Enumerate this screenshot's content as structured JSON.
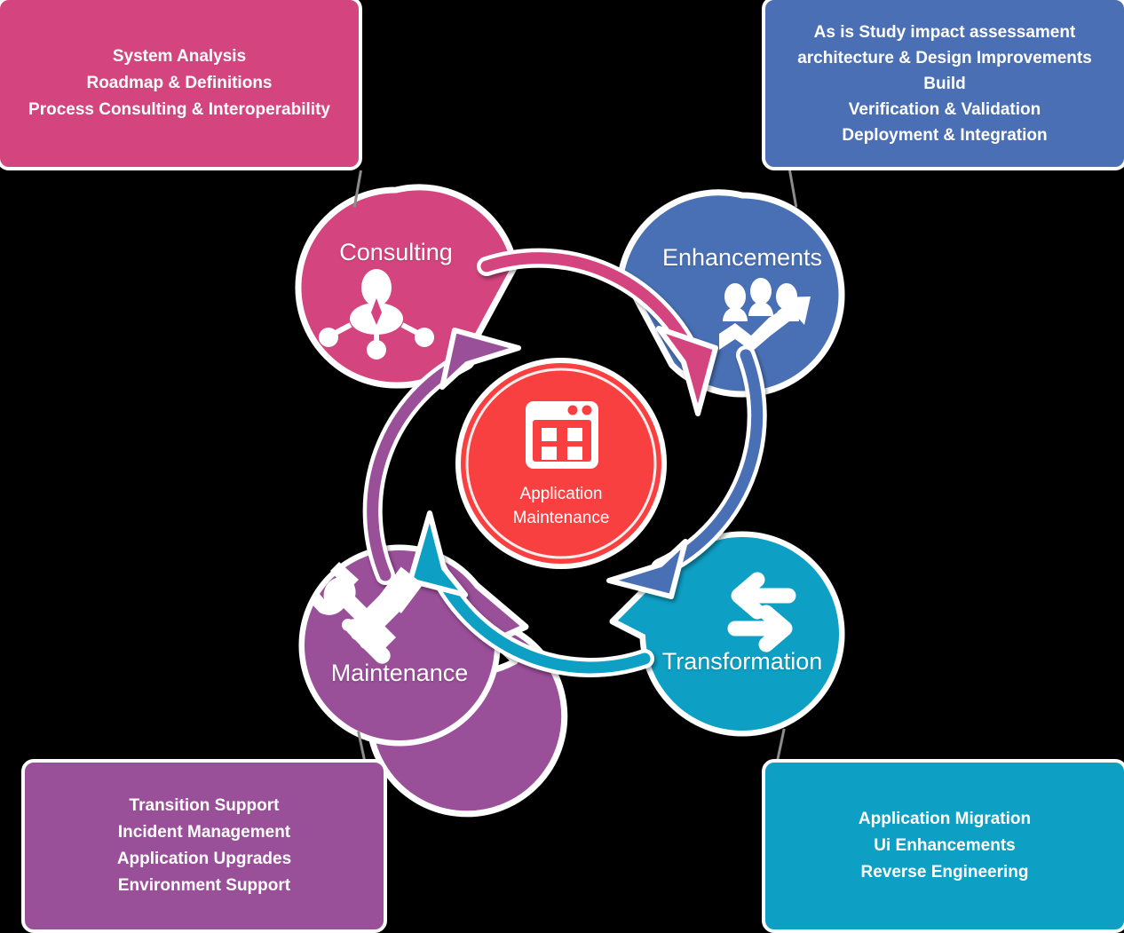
{
  "background_color": "#000000",
  "palette": {
    "consulting_pink": "#d4457f",
    "enhancements_blue": "#4a6fb5",
    "maintenance_purple": "#9a5099",
    "transformation_cyan": "#0e9fc4",
    "center_red": "#f93f3f",
    "outline_white": "#ffffff",
    "stem_gray": "#8c8c8c"
  },
  "center": {
    "icon": "application-window-grid-icon",
    "label_line1": "Application",
    "label_line2": "Maintenance",
    "color": "#f93f3f"
  },
  "lobes": [
    {
      "key": "consulting",
      "label": "Consulting",
      "icon": "consultant-network-person-icon",
      "color": "#d4457f",
      "position": "top-left"
    },
    {
      "key": "enhancements",
      "label": "Enhancements",
      "icon": "people-growth-arrow-icon",
      "color": "#4a6fb5",
      "position": "top-right"
    },
    {
      "key": "maintenance",
      "label": "Maintenance",
      "icon": "wrench-hammer-icon",
      "color": "#9a5099",
      "position": "bottom-left"
    },
    {
      "key": "transformation",
      "label": "Transformation",
      "icon": "exchange-arrows-icon",
      "color": "#0e9fc4",
      "position": "bottom-right"
    }
  ],
  "boxes": [
    {
      "key": "consulting",
      "color": "#d4457f",
      "position": "top-left",
      "lines": [
        "System Analysis",
        "Roadmap & Definitions",
        "Process Consulting & Interoperability"
      ]
    },
    {
      "key": "enhancements",
      "color": "#4a6fb5",
      "position": "top-right",
      "lines": [
        "As is Study impact assessament",
        "architecture & Design Improvements",
        "Build",
        "Verification & Validation",
        "Deployment & Integration"
      ]
    },
    {
      "key": "maintenance",
      "color": "#9a5099",
      "position": "bottom-left",
      "lines": [
        "Transition Support",
        "Incident Management",
        "Application Upgrades",
        "Environment Support"
      ]
    },
    {
      "key": "transformation",
      "color": "#0e9fc4",
      "position": "bottom-right",
      "lines": [
        "Application Migration",
        "Ui Enhancements",
        "Reverse Engineering"
      ]
    }
  ],
  "cycle_arrows": [
    {
      "key": "consulting-to-enhancements",
      "from": "Consulting",
      "to": "Enhancements",
      "color": "#d4457f"
    },
    {
      "key": "enhancements-to-transformation",
      "from": "Enhancements",
      "to": "Transformation",
      "color": "#4a6fb5"
    },
    {
      "key": "transformation-to-maintenance",
      "from": "Transformation",
      "to": "Maintenance",
      "color": "#0e9fc4"
    },
    {
      "key": "maintenance-to-consulting",
      "from": "Maintenance",
      "to": "Consulting",
      "color": "#9a5099"
    }
  ]
}
